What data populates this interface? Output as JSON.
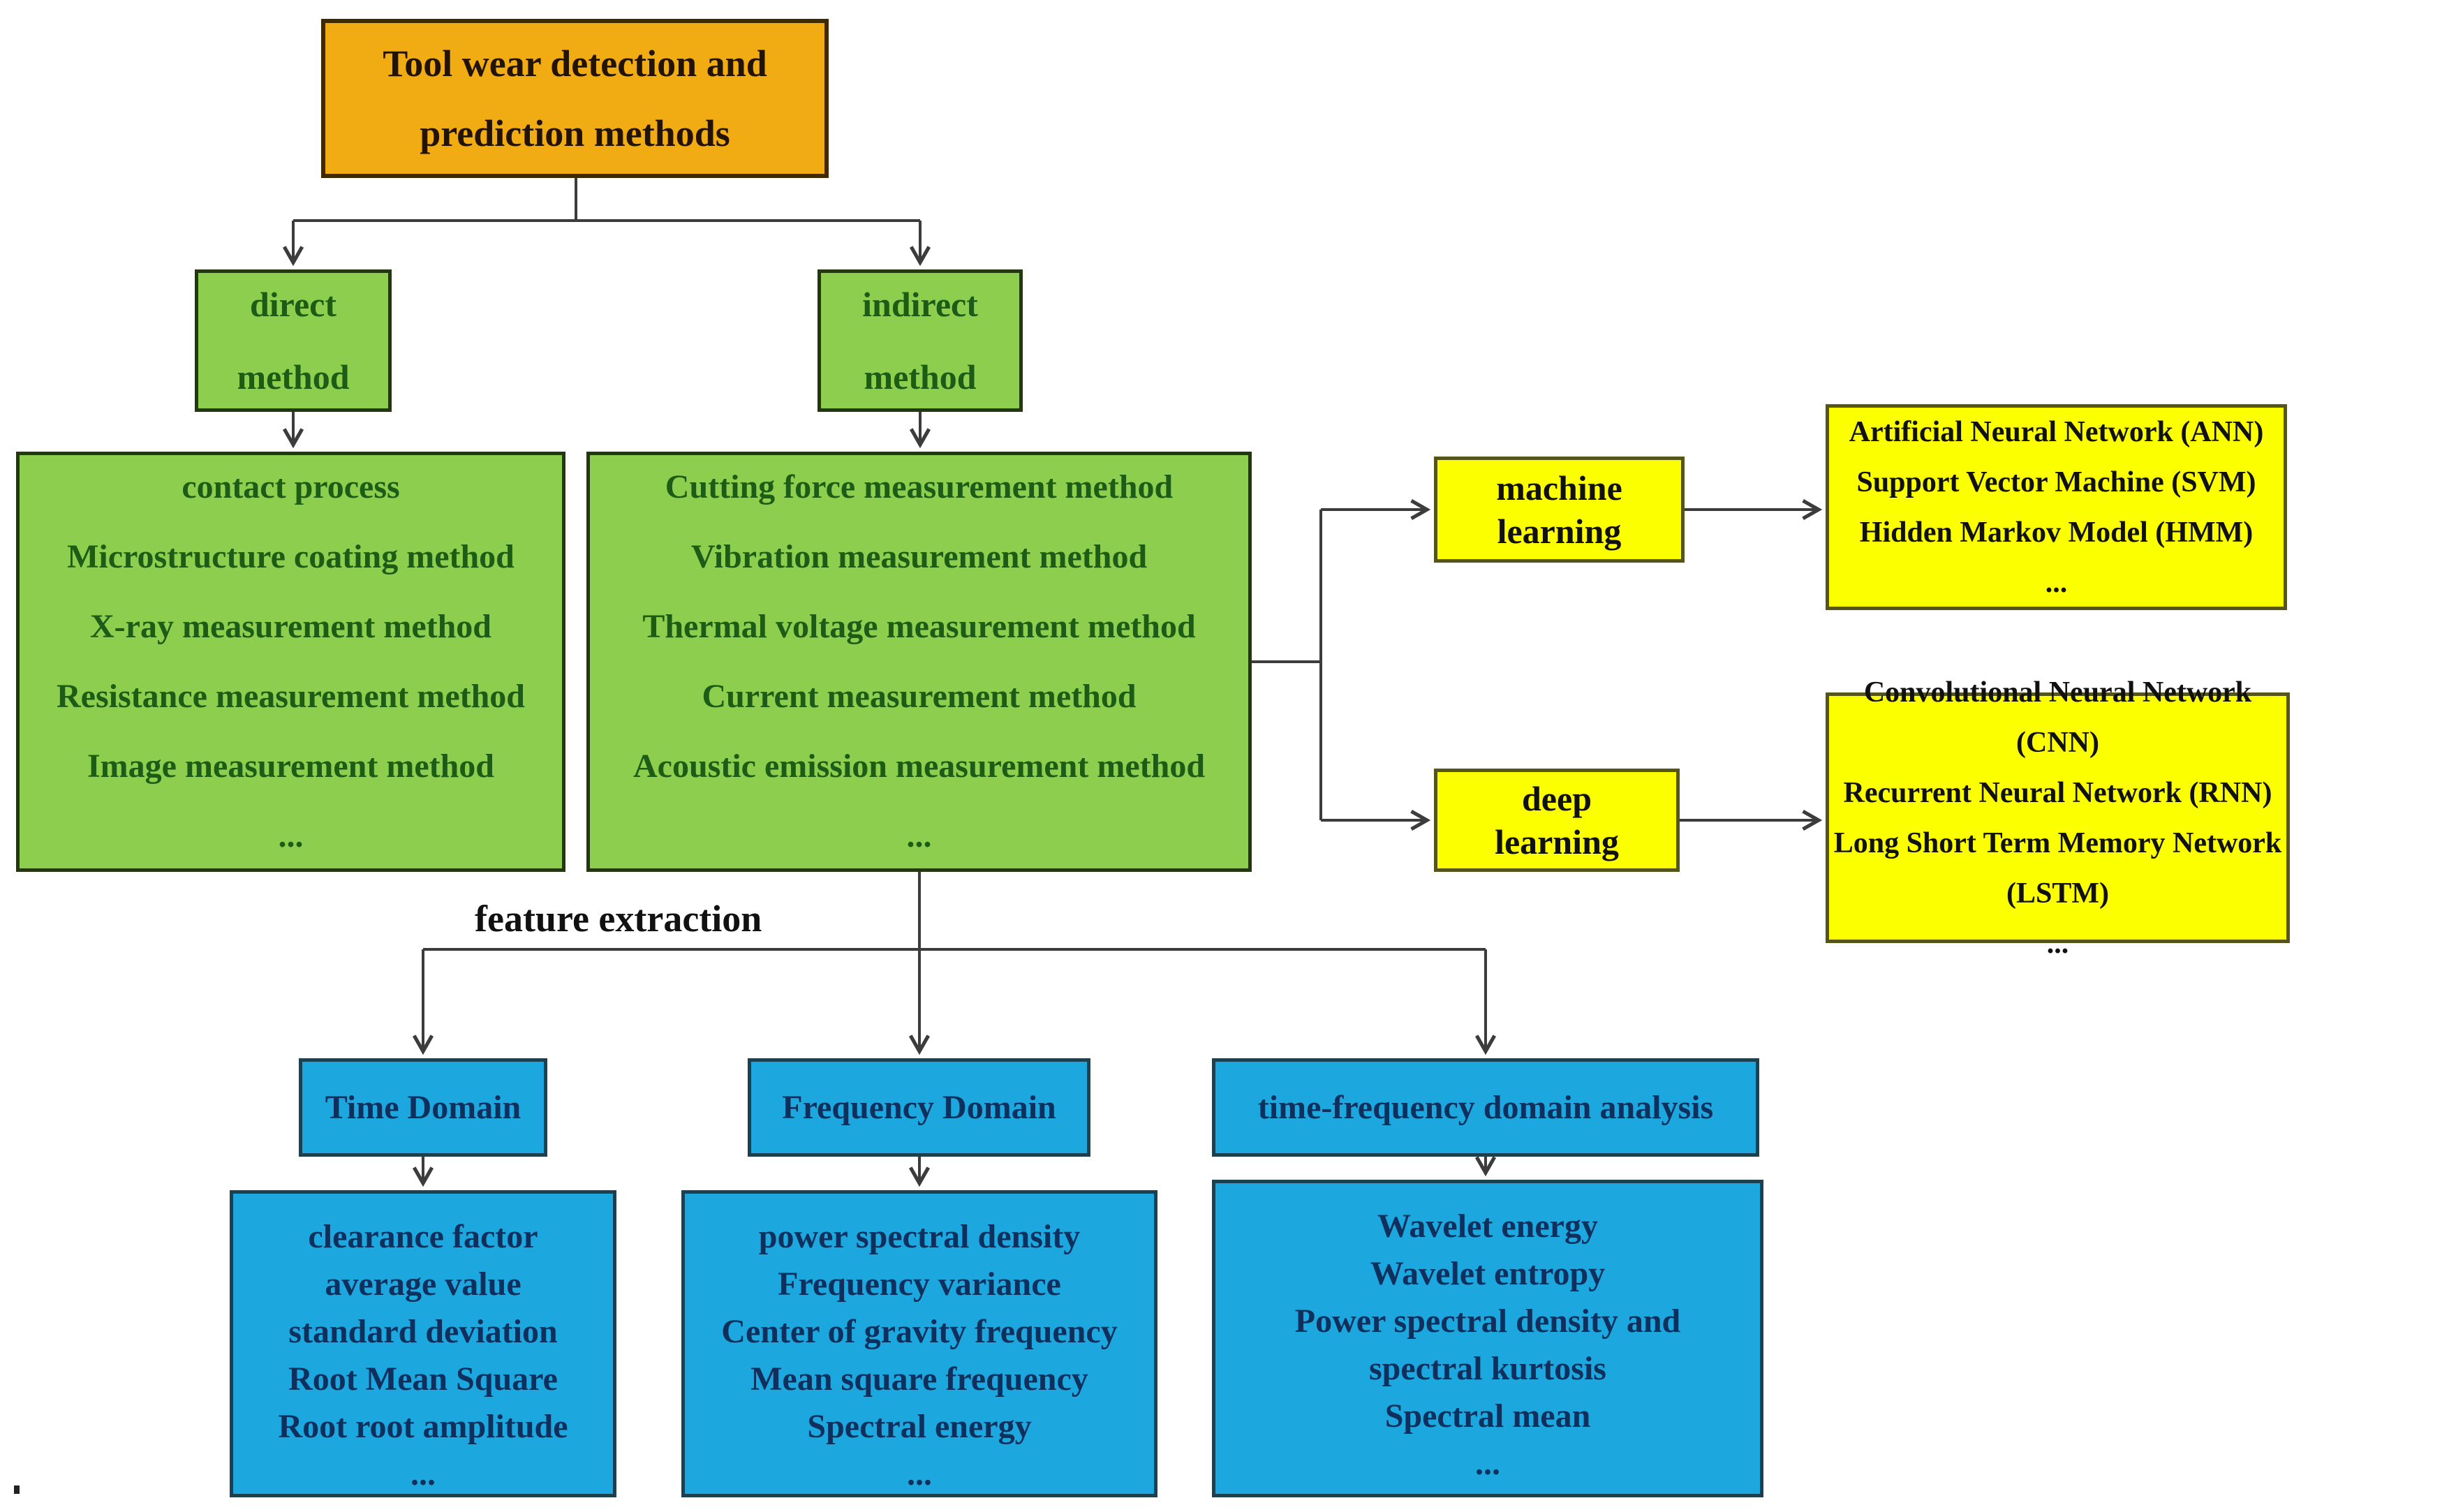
{
  "colors": {
    "root_fill": "#F2AC13",
    "root_border": "#3f2a00",
    "root_text": "#231303",
    "green_fill": "#8DCE4E",
    "green_border": "#23380f",
    "green_text": "#1D5C17",
    "yellow_fill": "#FBFF00",
    "yellow_border": "#55551a",
    "yellow_text": "#111111",
    "blue_fill": "#1CA7DF",
    "blue_border": "#1d4050",
    "blue_text": "#0F2F5C",
    "line": "#3C3C3C",
    "label_text": "#111111"
  },
  "nodes": {
    "root": {
      "lines": [
        "Tool wear detection and",
        "prediction methods"
      ]
    },
    "direct": {
      "lines": [
        "direct",
        "method"
      ]
    },
    "indirect": {
      "lines": [
        "indirect",
        "method"
      ]
    },
    "direct_list": {
      "items": [
        "contact process",
        "Microstructure coating method",
        "X-ray measurement method",
        "Resistance measurement method",
        "Image measurement method",
        "..."
      ]
    },
    "indirect_list": {
      "items": [
        "Cutting force measurement method",
        "Vibration measurement method",
        "Thermal voltage measurement method",
        "Current measurement method",
        "Acoustic emission measurement method",
        "..."
      ]
    },
    "machine_learning": {
      "lines": [
        "machine",
        "learning"
      ]
    },
    "deep_learning": {
      "lines": [
        "deep",
        "learning"
      ]
    },
    "ml_models": {
      "items": [
        "Artificial Neural Network (ANN)",
        "Support Vector Machine (SVM)",
        "Hidden Markov Model (HMM)",
        "..."
      ]
    },
    "dl_models": {
      "items": [
        "Convolutional Neural Network (CNN)",
        "Recurrent Neural Network (RNN)",
        "Long Short Term Memory Network (LSTM)",
        "..."
      ]
    },
    "feature_extraction": {
      "label": "feature extraction"
    },
    "time_domain": {
      "label": "Time Domain"
    },
    "frequency_domain": {
      "label": "Frequency Domain"
    },
    "time_frequency_domain": {
      "label": "time-frequency domain analysis"
    },
    "time_domain_features": {
      "items": [
        "clearance factor",
        "average value",
        "standard deviation",
        "Root Mean Square",
        "Root root amplitude",
        "..."
      ]
    },
    "frequency_domain_features": {
      "items": [
        "power spectral density",
        "Frequency variance",
        "Center of gravity frequency",
        "Mean square frequency",
        "Spectral energy",
        "..."
      ]
    },
    "time_frequency_features": {
      "items": [
        "Wavelet energy",
        "Wavelet entropy",
        "Power spectral density and spectral kurtosis",
        "Spectral mean",
        "..."
      ]
    }
  }
}
